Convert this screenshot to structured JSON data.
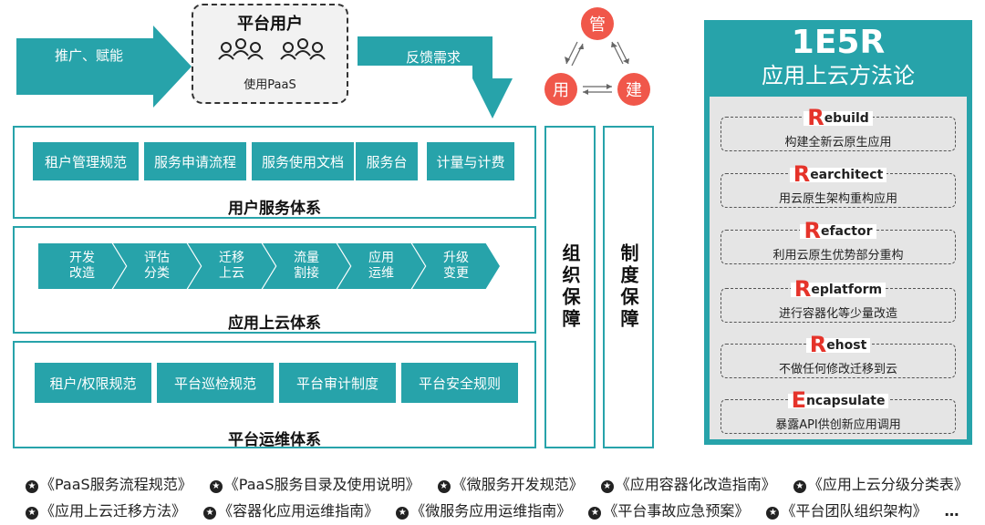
{
  "top": {
    "left_arrow_label": "推广、赋能",
    "right_arrow_label": "反馈需求",
    "user_box": {
      "title": "平台用户",
      "subtitle": "使用PaaS"
    }
  },
  "triangle": {
    "top": "管",
    "left": "用",
    "right": "建"
  },
  "user_service": {
    "title": "用户服务体系",
    "items": [
      "租户管理规范",
      "服务申请流程",
      "服务使用文档",
      "服务台",
      "计量与计费"
    ]
  },
  "cloud_migration": {
    "title": "应用上云体系",
    "steps": [
      {
        "l1": "开发",
        "l2": "改造"
      },
      {
        "l1": "评估",
        "l2": "分类"
      },
      {
        "l1": "迁移",
        "l2": "上云"
      },
      {
        "l1": "流量",
        "l2": "割接"
      },
      {
        "l1": "应用",
        "l2": "运维"
      },
      {
        "l1": "升级",
        "l2": "变更"
      }
    ]
  },
  "ops": {
    "title": "平台运维体系",
    "items": [
      "租户/权限规范",
      "平台巡检规范",
      "平台审计制度",
      "平台安全规则"
    ]
  },
  "guarantees": {
    "org": "组织保障",
    "system": "制度保障"
  },
  "methodology": {
    "title": "1E5R",
    "subtitle": "应用上云方法论",
    "items": [
      {
        "letter": "R",
        "rest": "ebuild",
        "desc": "构建全新云原生应用"
      },
      {
        "letter": "R",
        "rest": "earchitect",
        "desc": "用云原生架构重构应用"
      },
      {
        "letter": "R",
        "rest": "efactor",
        "desc": "利用云原生优势部分重构"
      },
      {
        "letter": "R",
        "rest": "eplatform",
        "desc": "进行容器化等少量改造"
      },
      {
        "letter": "R",
        "rest": "ehost",
        "desc": "不做任何修改迁移到云"
      },
      {
        "letter": "E",
        "rest": "ncapsulate",
        "desc": "暴露API供创新应用调用"
      }
    ]
  },
  "footer": {
    "row1": [
      "《PaaS服务流程规范》",
      "《PaaS服务目录及使用说明》",
      "《微服务开发规范》",
      "《应用容器化改造指南》",
      "《应用上云分级分类表》"
    ],
    "row2": [
      "《应用上云迁移方法》",
      "《容器化应用运维指南》",
      "《微服务应用运维指南》",
      "《平台事故应急预案》",
      "《平台团队组织架构》"
    ],
    "ellipsis": "…"
  },
  "colors": {
    "teal": "#27a3aa",
    "red": "#e5332a",
    "circle": "#f0574a"
  }
}
